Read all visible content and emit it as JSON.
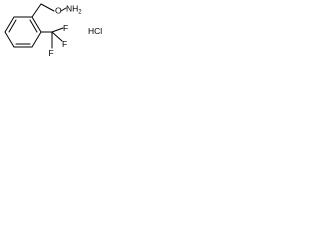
{
  "molecule": {
    "labels": {
      "oxygen": "O",
      "amine": "NH",
      "amine_subscript": "2",
      "fluorine_top": "F",
      "fluorine_mid": "F",
      "fluorine_bottom": "F",
      "salt": "HCl"
    },
    "colors": {
      "bond": "#000000",
      "text": "#000000",
      "background": "#ffffff"
    }
  }
}
